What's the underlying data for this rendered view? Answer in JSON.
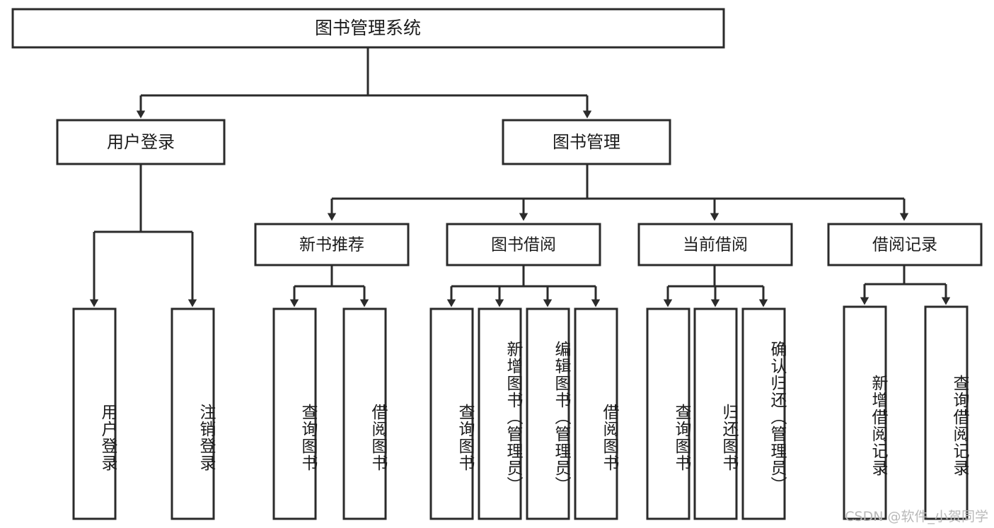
{
  "diagram": {
    "title": "图书管理系统",
    "type": "tree",
    "watermark": "CSDN @软件_小贺同学",
    "colors": {
      "stroke": "#2b2b2b",
      "fill": "#ffffff",
      "text": "#1b1b1b",
      "watermark": "#b9b9b9"
    },
    "levels": {
      "root": {
        "label": "图书管理系统"
      },
      "level2": [
        {
          "label": "用户登录"
        },
        {
          "label": "图书管理"
        }
      ],
      "level3": [
        {
          "label": "新书推荐"
        },
        {
          "label": "图书借阅"
        },
        {
          "label": "当前借阅"
        },
        {
          "label": "借阅记录"
        }
      ],
      "leaves": {
        "user_login": [
          {
            "label": "用户登录"
          },
          {
            "label": "注销登录"
          }
        ],
        "new_book": [
          {
            "label": "查询图书"
          },
          {
            "label": "借阅图书"
          }
        ],
        "book_borrow": [
          {
            "label": "查询图书"
          },
          {
            "label": "新增图书（管理员）"
          },
          {
            "label": "编辑图书（管理员）"
          },
          {
            "label": "借阅图书"
          }
        ],
        "current_borrow": [
          {
            "label": "查询图书"
          },
          {
            "label": "归还图书"
          },
          {
            "label": "确认归还（管理员）"
          }
        ],
        "borrow_record": [
          {
            "label": "新增借阅记录"
          },
          {
            "label": "查询借阅记录"
          }
        ]
      }
    }
  }
}
